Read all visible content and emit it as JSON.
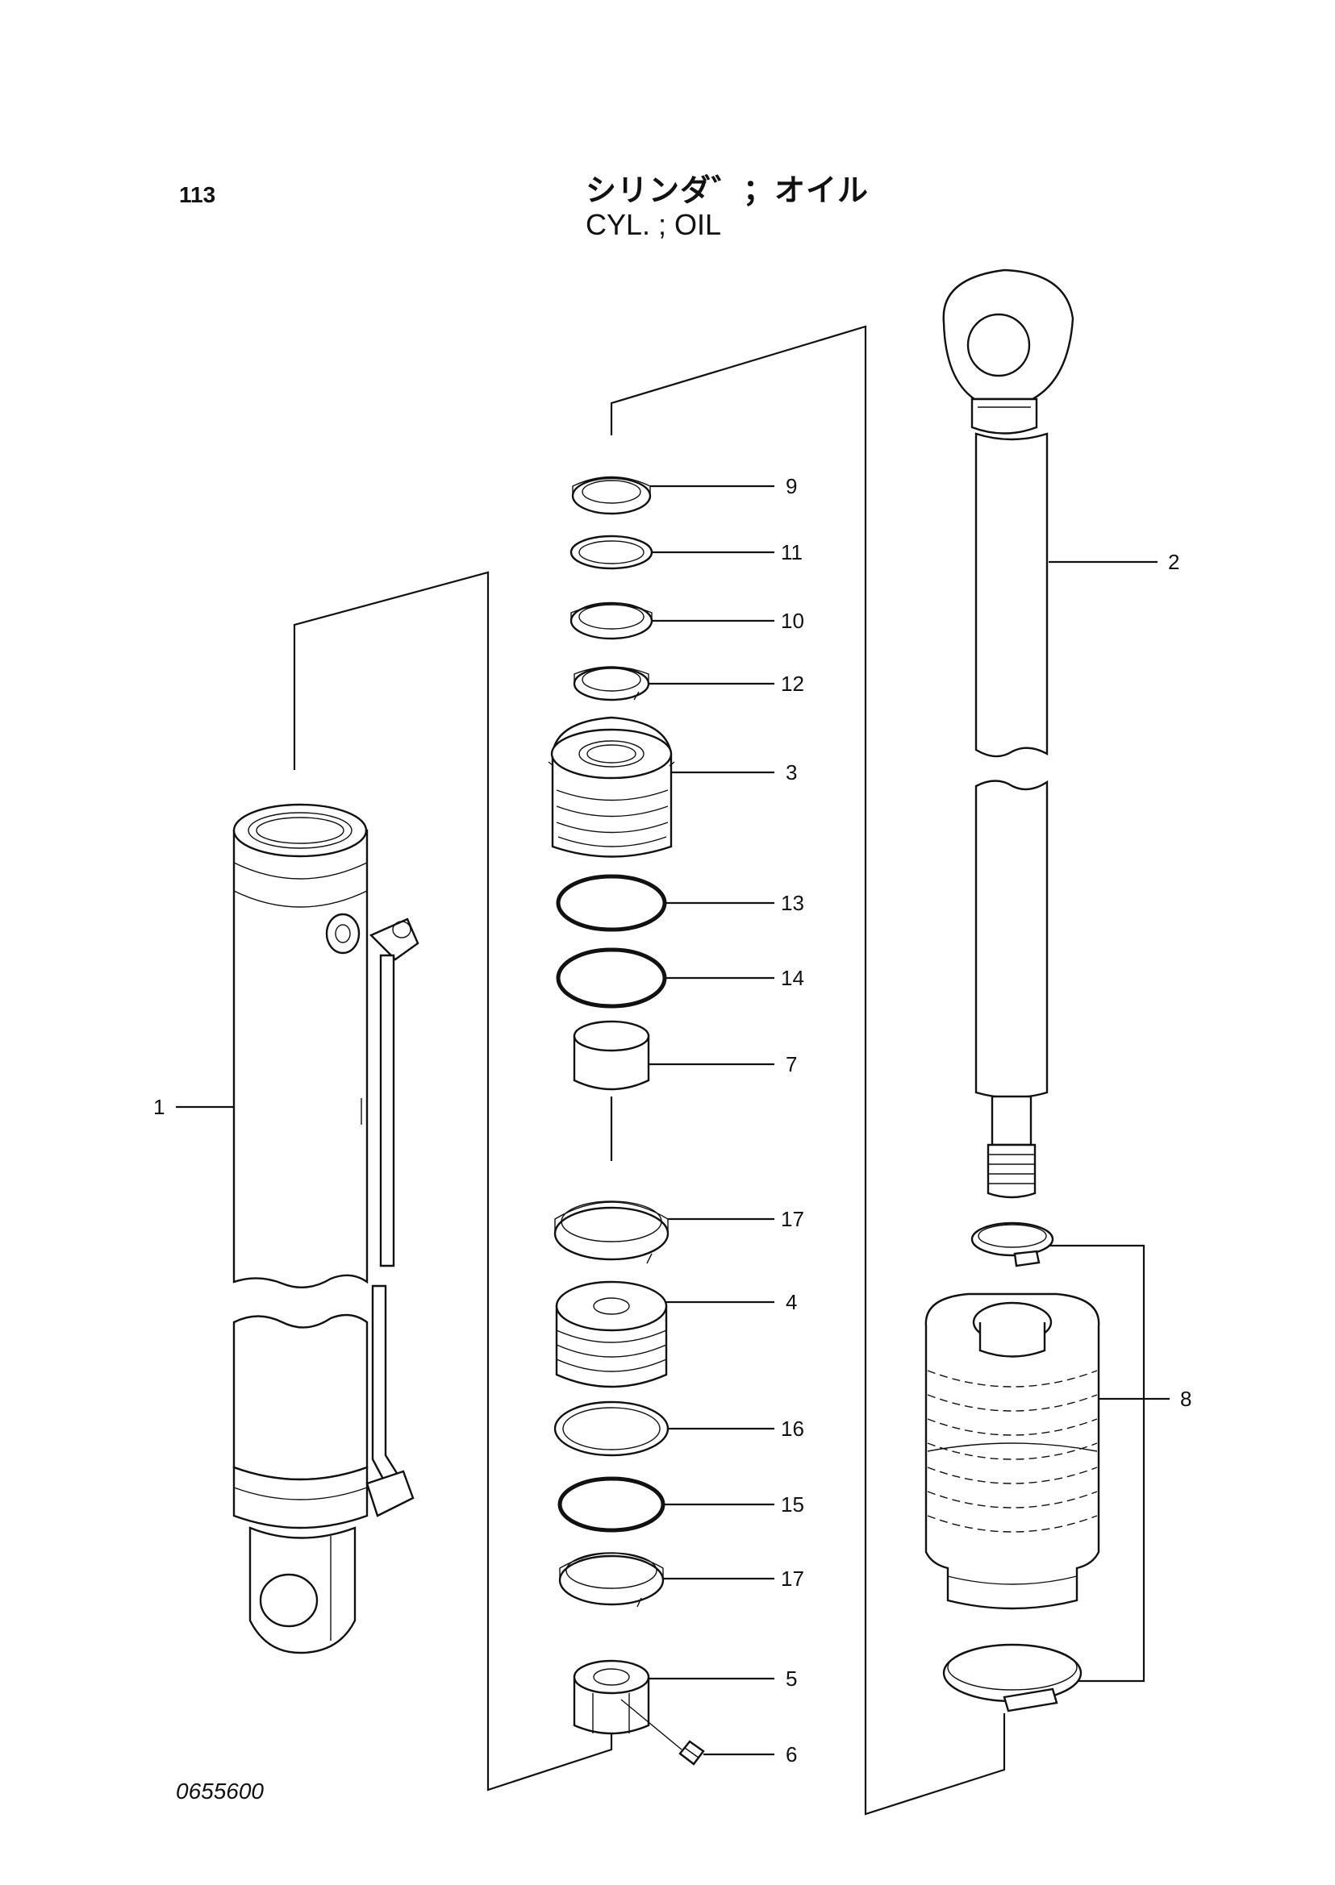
{
  "header": {
    "page_number": "113",
    "title_jp": "シリンダ゛；オイル",
    "title_en": "CYL. ; OIL"
  },
  "footer": {
    "drawing_number": "0655600"
  },
  "callouts": [
    {
      "id": "1",
      "label": "1"
    },
    {
      "id": "2",
      "label": "2"
    },
    {
      "id": "3",
      "label": "3"
    },
    {
      "id": "4",
      "label": "4"
    },
    {
      "id": "5",
      "label": "5"
    },
    {
      "id": "6",
      "label": "6"
    },
    {
      "id": "7",
      "label": "7"
    },
    {
      "id": "8",
      "label": "8"
    },
    {
      "id": "9",
      "label": "9"
    },
    {
      "id": "10",
      "label": "10"
    },
    {
      "id": "11",
      "label": "11"
    },
    {
      "id": "12",
      "label": "12"
    },
    {
      "id": "13",
      "label": "13"
    },
    {
      "id": "14",
      "label": "14"
    },
    {
      "id": "15",
      "label": "15"
    },
    {
      "id": "16",
      "label": "16"
    },
    {
      "id": "17a",
      "label": "17"
    },
    {
      "id": "17b",
      "label": "17"
    }
  ]
}
